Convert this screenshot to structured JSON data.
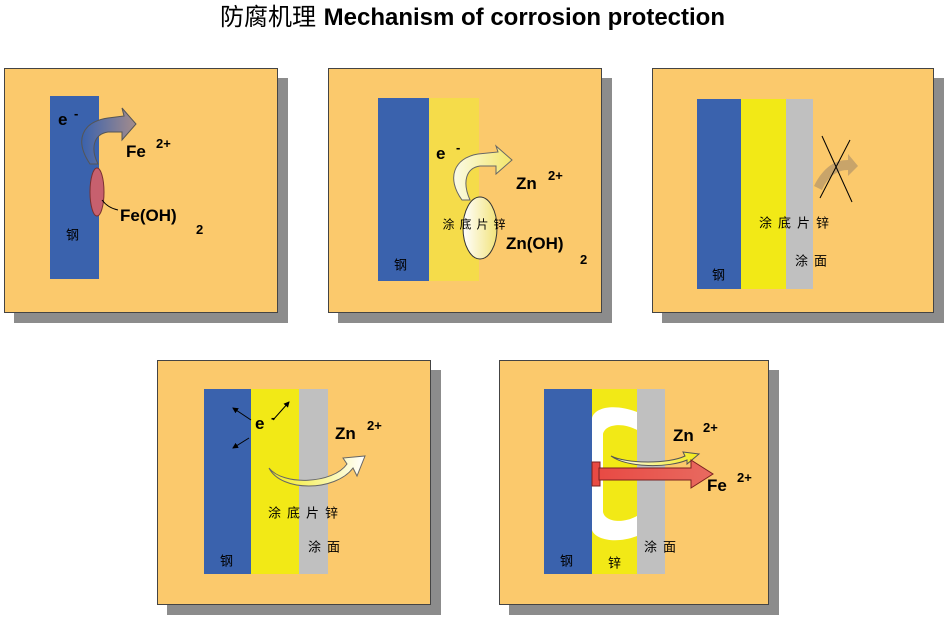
{
  "title": {
    "cn": "防腐机理",
    "en": "Mechanism of corrosion protection"
  },
  "labels": {
    "steel": "钢",
    "zinc_primer": "锌片底涂",
    "topcoat": "面涂",
    "zinc": "锌",
    "electron": "e",
    "minus": "-",
    "fe": "Fe",
    "zn": "Zn",
    "charge_2plus": "2+",
    "fe_oh": "Fe(OH)",
    "zn_oh": "Zn(OH)",
    "sub_2": "2"
  },
  "colors": {
    "panel_bg": "#fbc96c",
    "shadow": "#8c8c8c",
    "steel": "#3a62ad",
    "zinc": "#f2e916",
    "zinc_light": "#f5dc4a",
    "topcoat": "#c0c0c0",
    "arrow_red": "#e8504a"
  }
}
